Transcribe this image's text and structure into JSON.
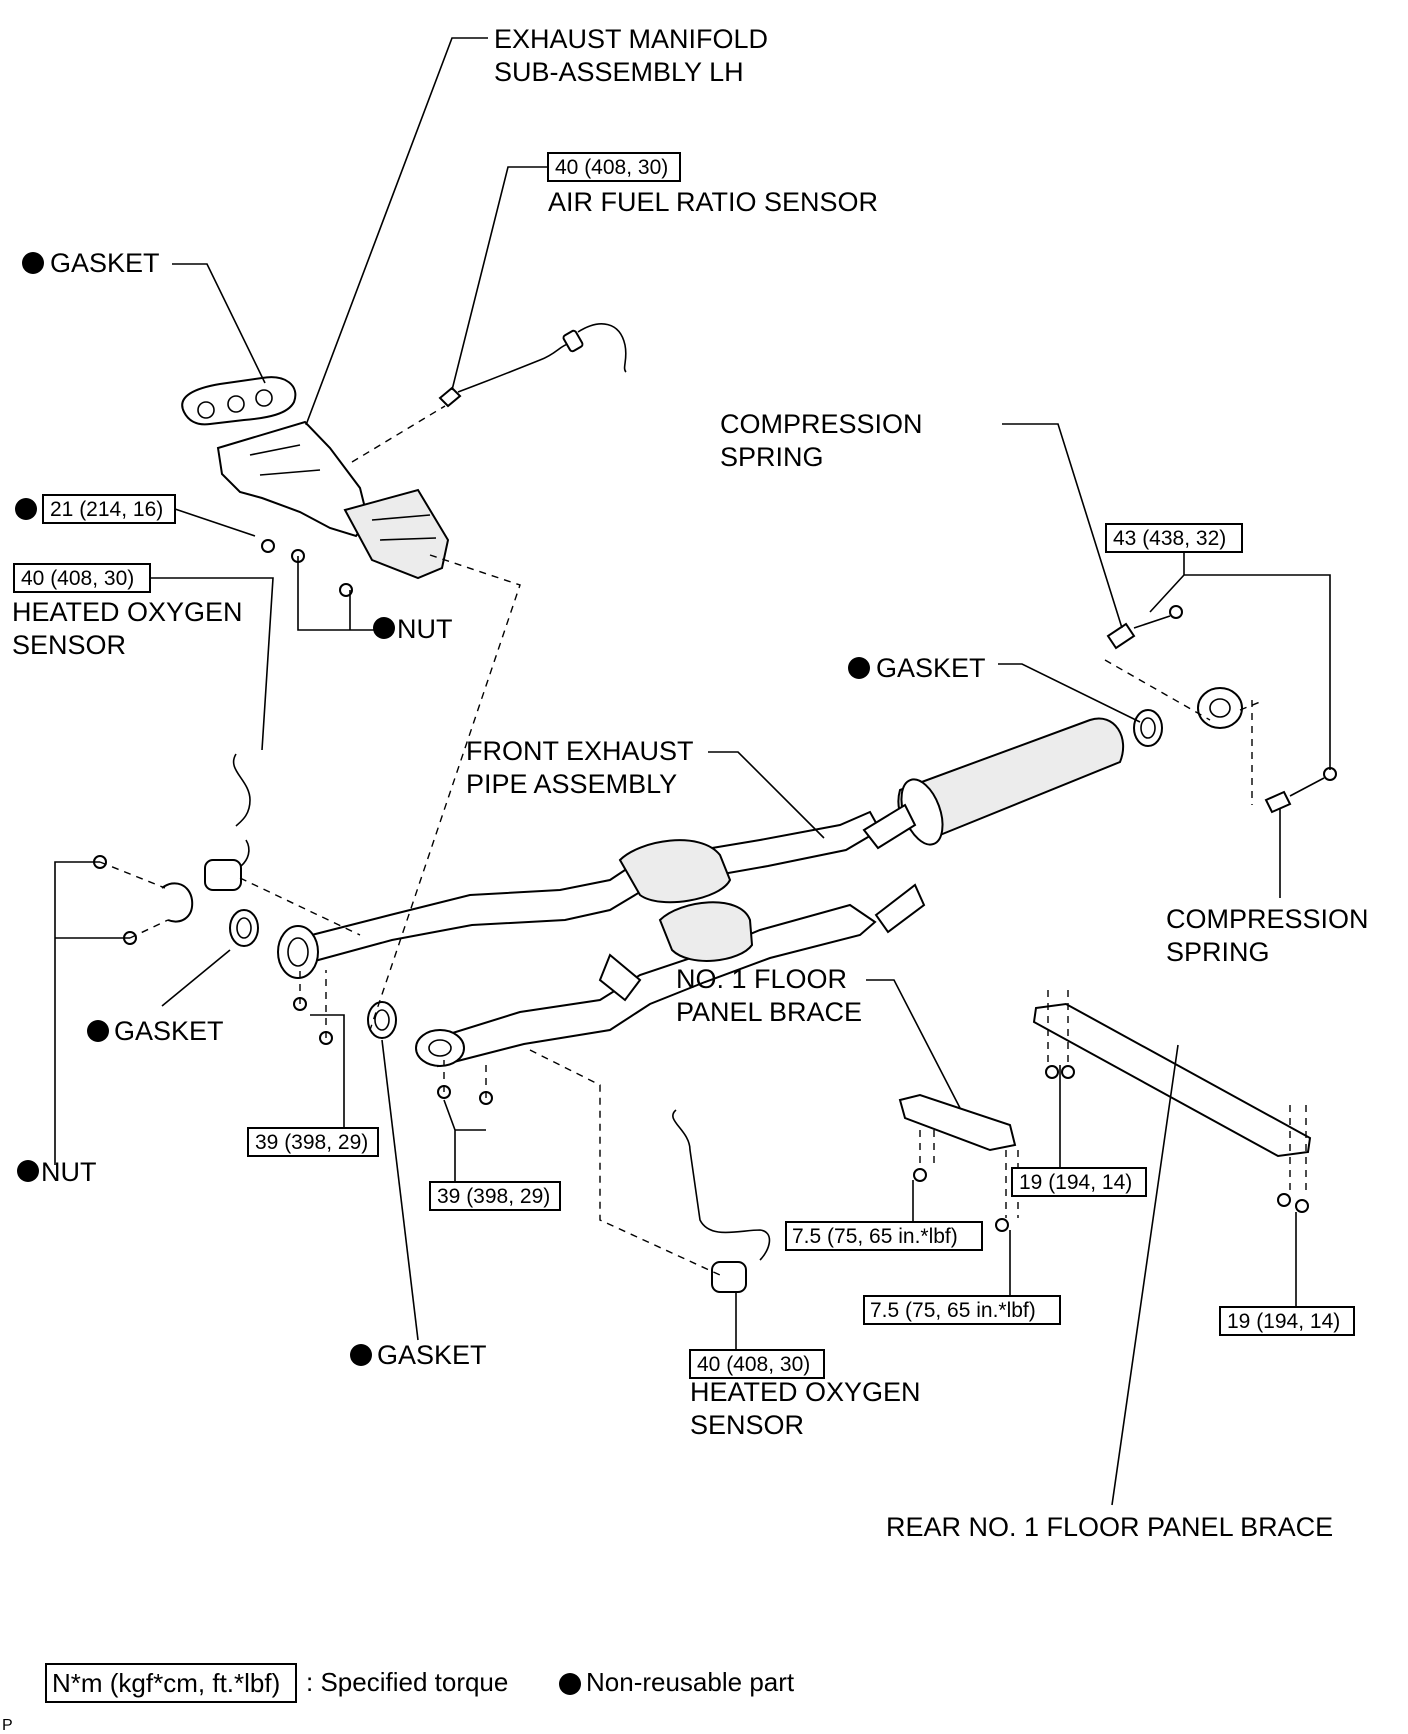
{
  "labels": {
    "exhaust_manifold_1": "EXHAUST MANIFOLD",
    "exhaust_manifold_2": "SUB-ASSEMBLY LH",
    "air_fuel_ratio_sensor": "AIR FUEL RATIO SENSOR",
    "gasket_top": "GASKET",
    "compression_spring_top_1": "COMPRESSION",
    "compression_spring_top_2": "SPRING",
    "heated_oxygen_sensor_left_1": "HEATED OXYGEN",
    "heated_oxygen_sensor_left_2": "SENSOR",
    "nut_mid": "NUT",
    "gasket_right": "GASKET",
    "front_exhaust_pipe_1": "FRONT EXHAUST",
    "front_exhaust_pipe_2": "PIPE ASSEMBLY",
    "compression_spring_bottom_1": "COMPRESSION",
    "compression_spring_bottom_2": "SPRING",
    "no1_floor_panel_brace_1": "NO. 1 FLOOR",
    "no1_floor_panel_brace_2": "PANEL BRACE",
    "gasket_left": "GASKET",
    "nut_left": "NUT",
    "gasket_bottom": "GASKET",
    "heated_oxygen_sensor_bottom_1": "HEATED OXYGEN",
    "heated_oxygen_sensor_bottom_2": "SENSOR",
    "rear_no1_floor_panel_brace": "REAR NO. 1 FLOOR PANEL BRACE"
  },
  "torques": {
    "air_fuel_ratio_sensor": "40 (408, 30)",
    "manifold_nut": "21 (214, 16)",
    "heated_oxygen_sensor_left": "40 (408, 30)",
    "compression_spring_bolt": "43 (438, 32)",
    "front_pipe_left_bolts": "39 (398, 29)",
    "front_pipe_right_bolts": "39 (398, 29)",
    "rear_brace_top_bolts": "19 (194, 14)",
    "floor_brace_bolts_1": "7.5 (75, 65 in.*lbf)",
    "floor_brace_bolts_2": "7.5 (75, 65 in.*lbf)",
    "rear_brace_bottom_bolts": "19 (194, 14)",
    "heated_oxygen_sensor_bottom": "40 (408, 30)"
  },
  "legend": {
    "torque_unit": "N*m (kgf*cm, ft.*lbf)",
    "torque_text": ": Specified torque",
    "non_reusable_text": "Non-reusable part"
  },
  "corner_mark": "P"
}
